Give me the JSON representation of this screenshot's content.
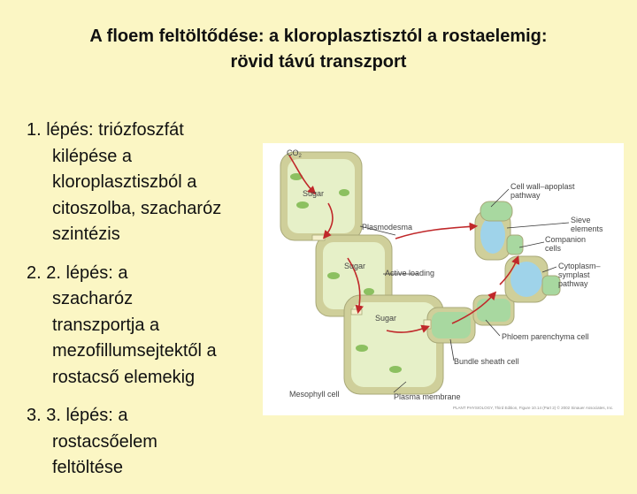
{
  "title": {
    "line1": "A floem feltöltődése: a kloroplasztisztól a rostaelemig:",
    "line2": "rövid távú transzport"
  },
  "steps": [
    {
      "lines": [
        "1. lépés: triózfoszfát",
        "kilépése a",
        "kloroplasztiszból a",
        "citoszolba, szacharóz",
        "szintézis"
      ]
    },
    {
      "lines": [
        "2. 2. lépés:  a",
        "szacharóz",
        "transzportja a",
        "mezofillumsejtektől a",
        "rostacső elemekig"
      ]
    },
    {
      "lines": [
        "3. 3. lépés: a",
        "rostacsőelem",
        "feltöltése"
      ]
    }
  ],
  "figure": {
    "labels": {
      "co2": "CO",
      "co2_sub": "2",
      "sugar_top": "Sugar",
      "sugar_mid": "Sugar",
      "sugar_bottom": "Sugar",
      "plasmodesma": "Plasmodesma",
      "active_loading": "Active loading",
      "cell_wall_apoplast": [
        "Cell wall–apoplast",
        "pathway"
      ],
      "sieve_elements": [
        "Sieve",
        "elements"
      ],
      "companion_cells": [
        "Companion",
        "cells"
      ],
      "cytoplasm_symplast": [
        "Cytoplasm–",
        "symplast",
        "pathway"
      ],
      "phloem_parenchyma": "Phloem parenchyma cell",
      "bundle_sheath": "Bundle sheath cell",
      "mesophyll": "Mesophyll cell",
      "plasma_membrane": "Plasma membrane",
      "credit": "PLANT PHYSIOLOGY, Third Edition, Figure 10.14 (Part 2)  © 2002 Sinauer Associates, Inc."
    },
    "colors": {
      "cell_wall": "#cfcf9a",
      "cytoplasm": "#e6f0c8",
      "chloroplast": "#8cc060",
      "phloem_cytoplasm": "#a8d8a0",
      "sieve_element": "#9fd3ea",
      "arrow": "#c0282a",
      "pointer": "#3a3a3a"
    }
  }
}
